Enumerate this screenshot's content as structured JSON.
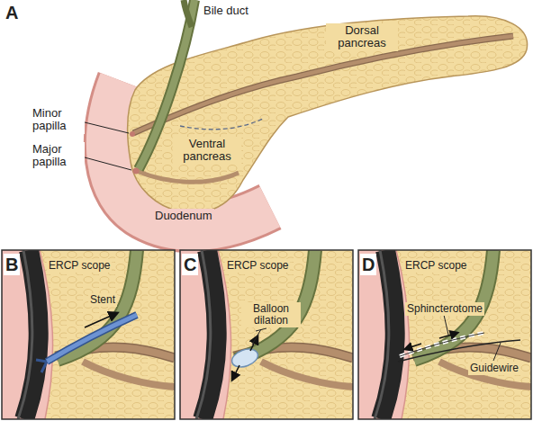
{
  "diagram": {
    "labels": [
      "A",
      "Bile duct",
      "Dorsal pancreas",
      "Minor papilla",
      "Major papilla",
      "Ventral pancreas",
      "Duodenum",
      "B",
      "ERCP scope",
      "Stent",
      "C",
      "ERCP scope",
      "Balloon dilation",
      "D",
      "ERCP scope",
      "Sphincterotome",
      "Guidewire"
    ]
  }
}
